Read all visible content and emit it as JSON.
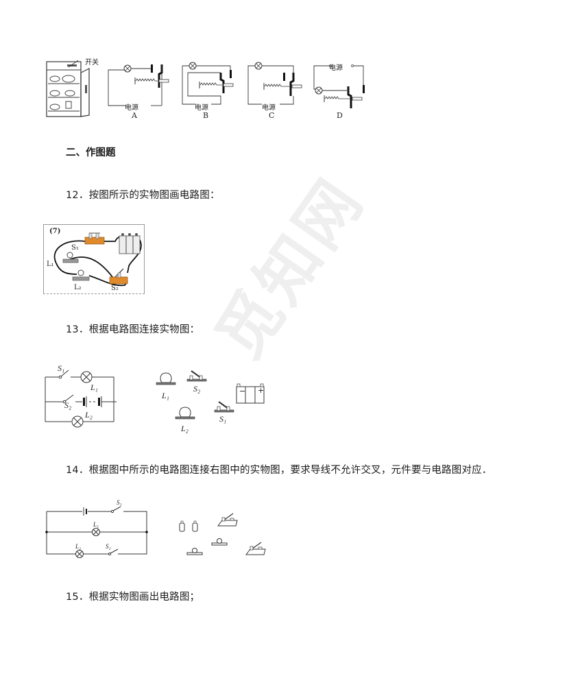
{
  "watermark": "觅知网",
  "q11_figure": {
    "cabinet_label": "开关",
    "options": [
      {
        "letter": "A",
        "power_label": "电源"
      },
      {
        "letter": "B",
        "power_label": "电源"
      },
      {
        "letter": "C",
        "power_label": "电源"
      },
      {
        "letter": "D",
        "power_label": "电源"
      }
    ]
  },
  "section": {
    "title": "二、作图题"
  },
  "questions": [
    {
      "number": "12．",
      "text": "按图所示的实物图画电路图：",
      "figure": {
        "tag": "(7)",
        "labels": {
          "s1": "S₁",
          "s2": "S₂",
          "l1": "L₁",
          "l2": "L₂"
        }
      }
    },
    {
      "number": "13．",
      "text": "根据电路图连接实物图：",
      "circuit_labels": {
        "s1": "S₁",
        "s2": "S₂",
        "l1": "L₁",
        "l2": "L₂"
      },
      "physical_labels": {
        "l1": "L₁",
        "l2": "L₂",
        "s1": "S₁",
        "s2": "S₂",
        "minus": "−",
        "plus": "+"
      }
    },
    {
      "number": "14．",
      "text": "根据图中所示的电路图连接右图中的实物图，要求导线不允许交叉，元件要与电路图对应．",
      "circuit_labels": {
        "s1": "S₁",
        "s2": "S₂",
        "l1": "L₁",
        "l2": "L₂"
      }
    },
    {
      "number": "15．",
      "text": "根据实物图画出电路图；"
    }
  ]
}
